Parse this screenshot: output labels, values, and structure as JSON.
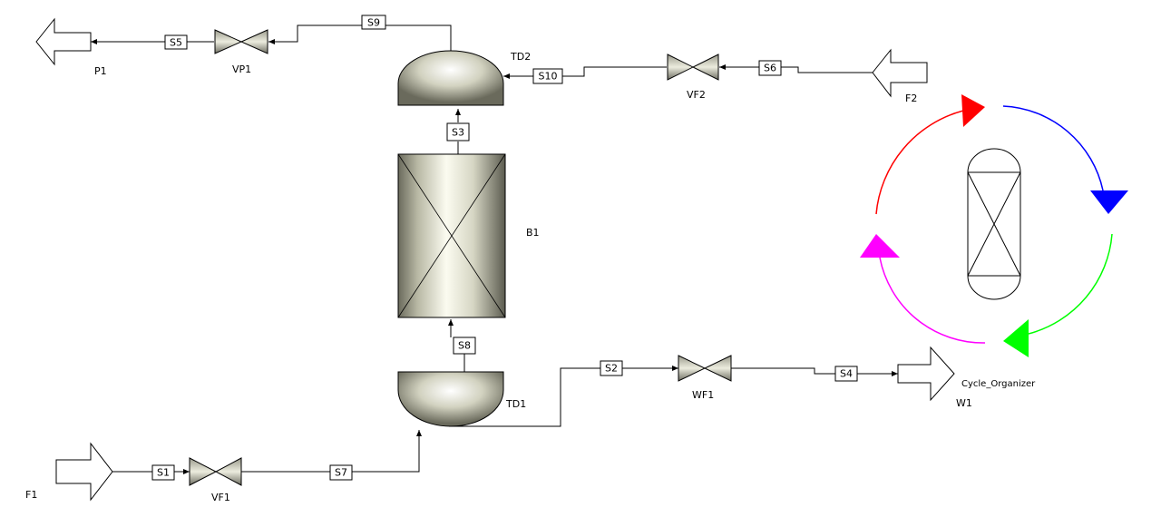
{
  "blocks": {
    "reactor": "B1",
    "top_drum": "TD2",
    "bottom_drum": "TD1",
    "valves": {
      "vp1": "VP1",
      "vf2": "VF2",
      "vf1": "VF1",
      "wf1": "WF1"
    },
    "feeds": {
      "f1": "F1",
      "f2": "F2"
    },
    "products": {
      "p1": "P1",
      "w1": "W1"
    },
    "cycle_organizer": "Cycle_Organizer"
  },
  "streams": {
    "s1": "S1",
    "s2": "S2",
    "s3": "S3",
    "s4": "S4",
    "s5": "S5",
    "s6": "S6",
    "s7": "S7",
    "s8": "S8",
    "s9": "S9",
    "s10": "S10"
  },
  "colors": {
    "cycle_red": "#ff0000",
    "cycle_blue": "#0000ff",
    "cycle_green": "#00ff00",
    "cycle_magenta": "#ff00ff"
  }
}
